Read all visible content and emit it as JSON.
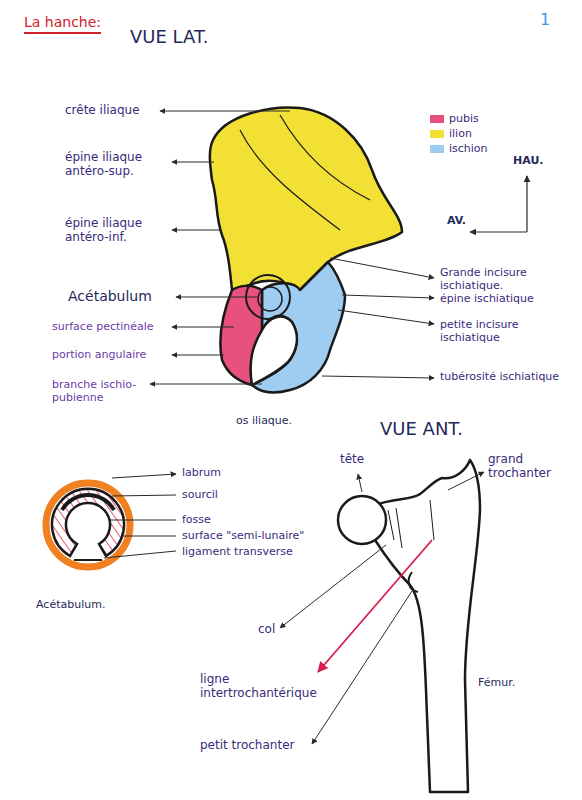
{
  "diagram": {
    "title": "La hanche:",
    "labels": [
      "VUE LAT.",
      "1",
      "crête iliaque",
      "épine iliaque antéro-sup.",
      "épine iliaque antéro-inf.",
      "Acétabulum",
      "surface pectinéale",
      "portion angulaire",
      "branche ischio-pubienne",
      "Grande incisure ischiatique.",
      "épine ischiatique",
      "petite incisure ischiatique",
      "tubérosité ischiatique",
      "os iliaque.",
      "HAU.",
      "AV.",
      "VUE ANT.",
      "labrum",
      "sourcil",
      "fosse",
      "surface \"semi-lunaire\"",
      "ligament transverse",
      "Acétabulum.",
      "tête",
      "grand trochanter",
      "col",
      "ligne intertrochantérique",
      "petit trochanter",
      "Fémur."
    ],
    "legend": [
      {
        "text": "pubis",
        "color": "#e8507e"
      },
      {
        "text": "ilion",
        "color": "#f2e034"
      },
      {
        "text": "ischion",
        "color": "#9fcdf2"
      }
    ]
  }
}
